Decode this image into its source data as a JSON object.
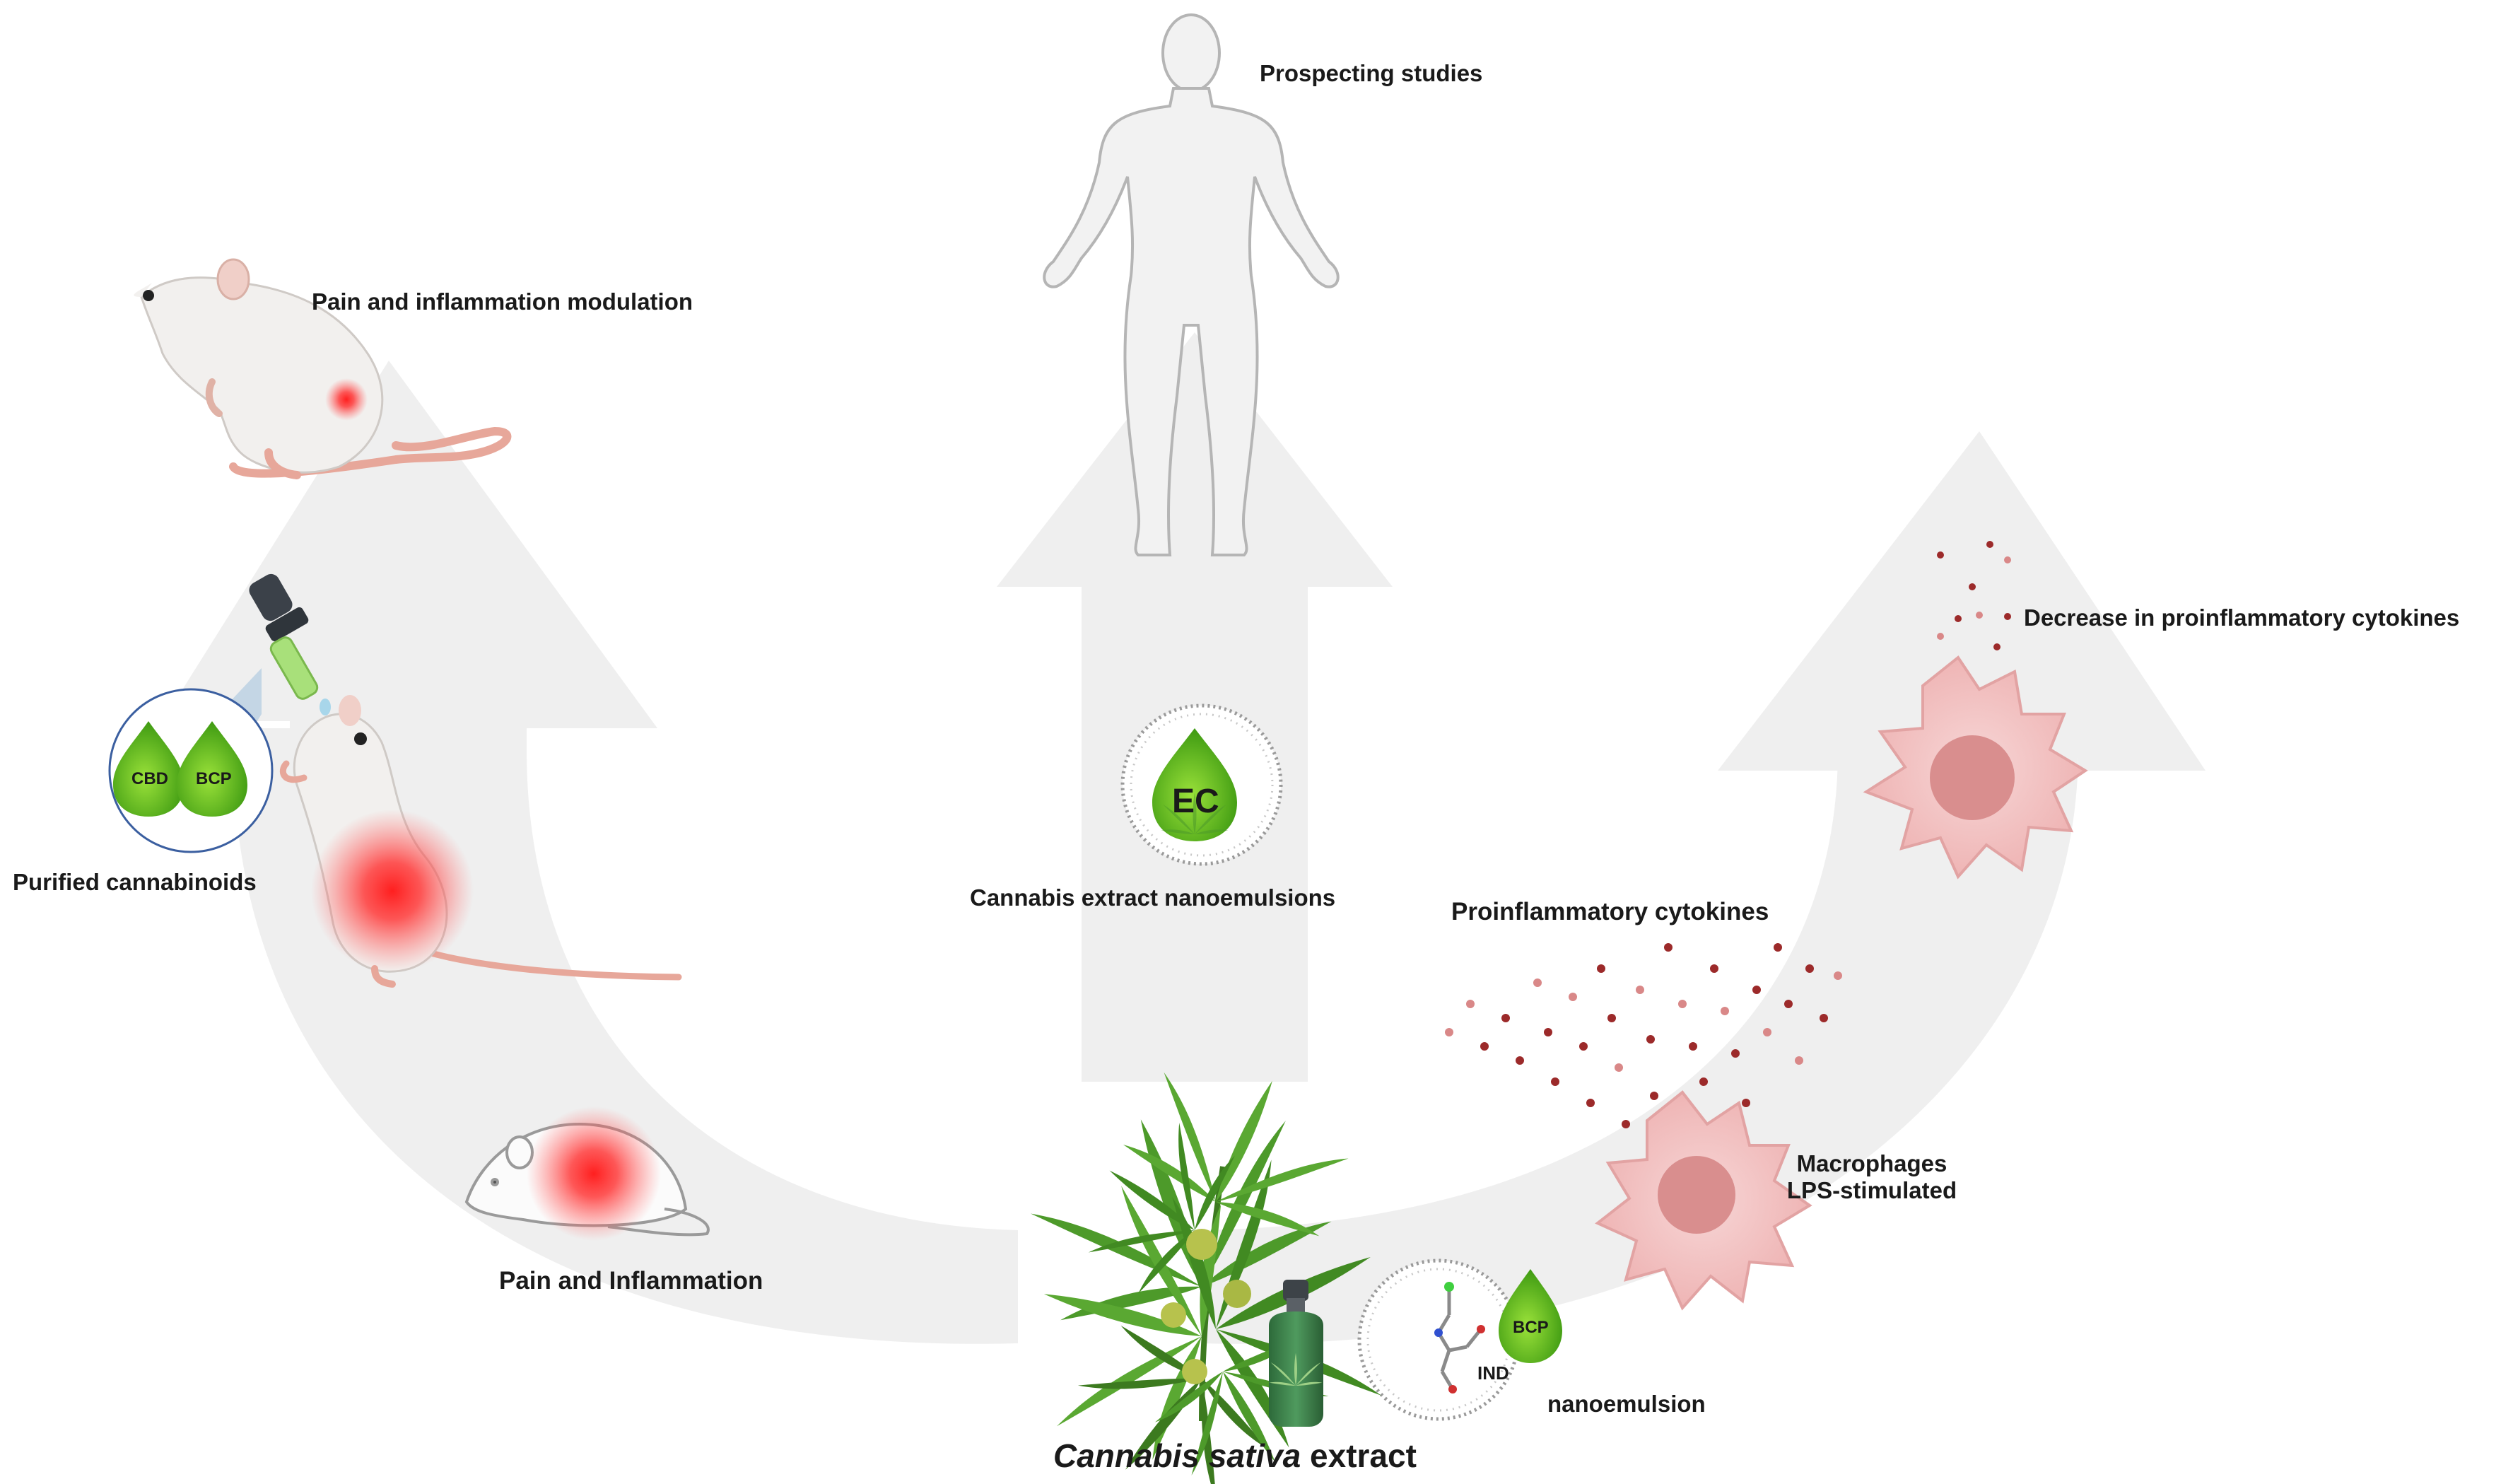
{
  "labels": {
    "prospecting": "Prospecting studies",
    "pain_modulation": "Pain and inflammation modulation",
    "decrease_cytokines": "Decrease in proinflammatory cytokines",
    "purified": "Purified cannabinoids",
    "extract_nanoemulsions": "Cannabis extract nanoemulsions",
    "proinflammatory": "Proinflammatory cytokines",
    "macrophages_line1": "Macrophages",
    "macrophages_line2": "LPS-stimulated",
    "pain_inflammation": "Pain and Inflammation",
    "nanoemulsion": "nanoemulsion",
    "cannabis_italic": "Cannabis sativa",
    "extract_word": " extract"
  },
  "badges": {
    "cbd": "CBD",
    "bcp_left": "BCP",
    "ec": "EC",
    "bcp_right": "BCP",
    "ind": "IND"
  },
  "colors": {
    "arrow": "#efefef",
    "leaf": "#4d9a2a",
    "drop": "#5cb82a",
    "inflammation": "#ff2b2b",
    "cytokine_dark": "#9c2a2a",
    "cytokine_light": "#d98888",
    "macrophage": "#f2c2c2",
    "nucleus": "#d98e8e"
  }
}
